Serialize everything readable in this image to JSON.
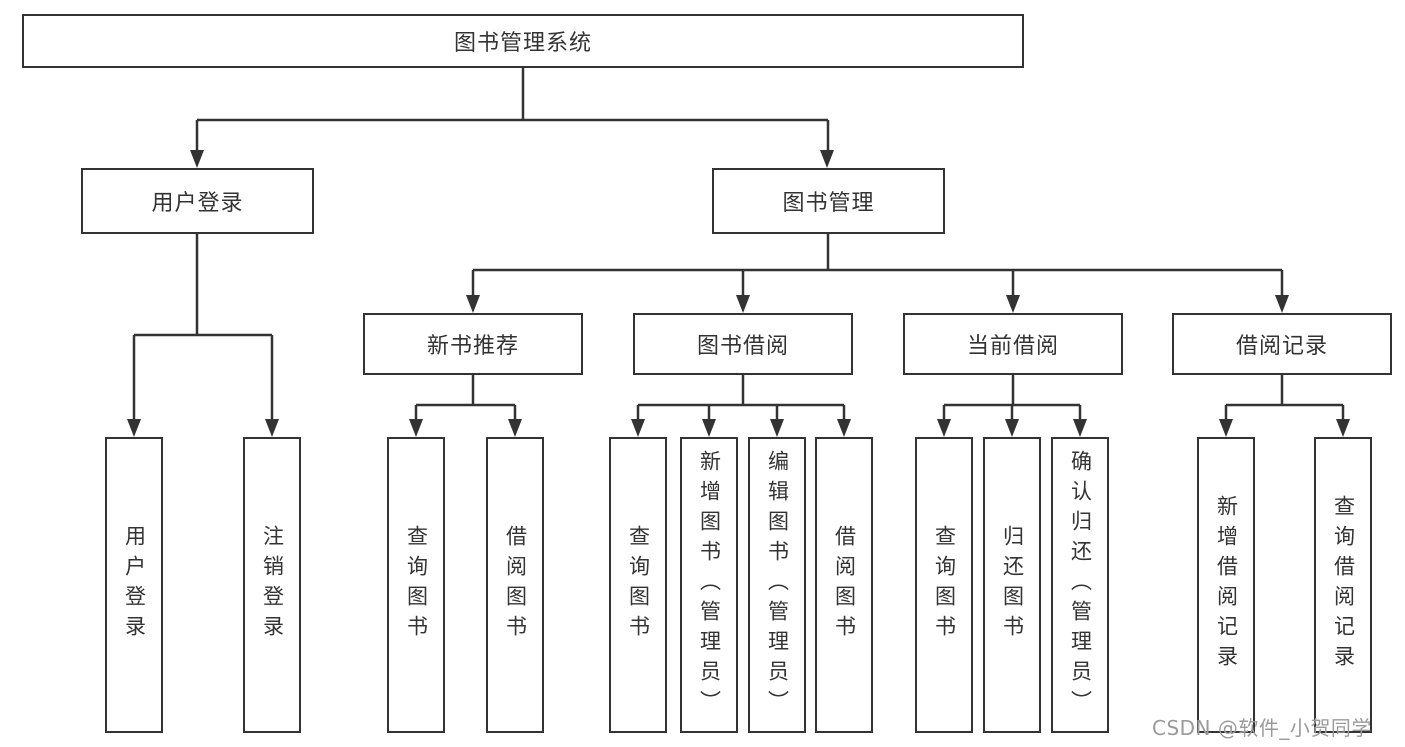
{
  "colors": {
    "line": "#333333",
    "text": "#333333",
    "box-bg": "#ffffff",
    "page-bg": "#ffffff",
    "watermark": "#9a9a9a"
  },
  "watermark": {
    "text": "CSDN @软件_小贺同学"
  },
  "tree": {
    "label": "图书管理系统",
    "children": [
      {
        "label": "用户登录",
        "children": [
          {
            "label": "用户登录"
          },
          {
            "label": "注销登录"
          }
        ]
      },
      {
        "label": "图书管理",
        "children": [
          {
            "label": "新书推荐",
            "children": [
              {
                "label": "查询图书"
              },
              {
                "label": "借阅图书"
              }
            ]
          },
          {
            "label": "图书借阅",
            "children": [
              {
                "label": "查询图书"
              },
              {
                "label": "新增图书（管理员）"
              },
              {
                "label": "编辑图书（管理员）"
              },
              {
                "label": "借阅图书"
              }
            ]
          },
          {
            "label": "当前借阅",
            "children": [
              {
                "label": "查询图书"
              },
              {
                "label": "归还图书"
              },
              {
                "label": "确认归还（管理员）"
              }
            ]
          },
          {
            "label": "借阅记录",
            "children": [
              {
                "label": "新增借阅记录"
              },
              {
                "label": "查询借阅记录"
              }
            ]
          }
        ]
      }
    ]
  }
}
